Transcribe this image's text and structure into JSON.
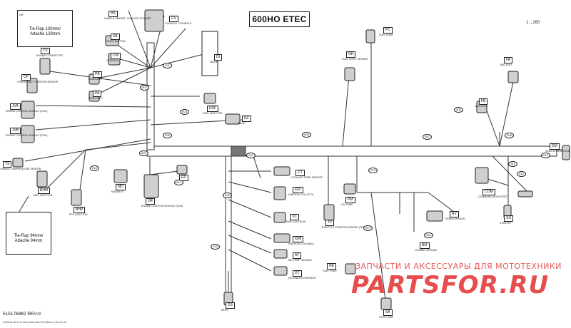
{
  "header": {
    "title": "600HO ETEC",
    "page_ref": "1→260"
  },
  "footer": {
    "part_number": "515176982 REV:d",
    "file_id": "4JM1114a-17a-01a-02a-04a-07a-08a-11-13-24-32"
  },
  "watermark": {
    "ru_text": "ЗАПЧАСТИ И АКСЕССУАРЫ ДЛЯ МОТОТЕХНИКИ",
    "logo": "PARTSFOR.RU",
    "color": "#e23030"
  },
  "callouts": {
    "top": {
      "code": "OK",
      "line1": "Tie-Rap 130mm/",
      "line2": "Attache 130mm"
    },
    "bottom": {
      "line1": "Tie-Rap 94mm/",
      "line2": "Attache 94mm"
    }
  },
  "labels": [
    {
      "id": "hs",
      "code": "HS",
      "desc": "HANDLE HEATER / CHAUFFE-POIGNÉE"
    },
    {
      "id": "cv",
      "code": "CV",
      "desc": "CONSOLE / CONSOLE"
    },
    {
      "id": "sb",
      "code": "SB",
      "desc": "START BUTTON"
    },
    {
      "id": "cm",
      "code": "CM",
      "desc": "COMPASS"
    },
    {
      "id": "pb",
      "code": "PB",
      "desc": "HEADLIGHT"
    },
    {
      "id": "pa",
      "code": "PA",
      "desc": "HEADLIGHT"
    },
    {
      "id": "cx",
      "code": "CX",
      "desc": "ENGINE CONNECTOR"
    },
    {
      "id": "cp",
      "code": "CP",
      "desc": "CRANKSHAFT POSITION SENSOR"
    },
    {
      "id": "jva",
      "code": "JVA",
      "desc": "ENGINE CONTROL MODULE (ECM)"
    },
    {
      "id": "jvb",
      "code": "JVB",
      "desc": "ENGINE CONTROL MODULE (ECM)"
    },
    {
      "id": "ts",
      "code": "TS",
      "desc": "EXHAUST TEMPERATURE SENSOR"
    },
    {
      "id": "erf",
      "code": "ERF",
      "desc": "FUEL INJECTOR"
    },
    {
      "id": "di",
      "code": "DI",
      "desc": "DIODE"
    },
    {
      "id": "rz",
      "code": "RZ",
      "desc": "RELAY"
    },
    {
      "id": "nh",
      "code": "NH",
      "desc": "FUEL LEVEL SENDER"
    },
    {
      "id": "pc",
      "code": "PC",
      "desc": "FUEL PUMP"
    },
    {
      "id": "fa",
      "code": "FA",
      "desc": "TAILLIGHT"
    },
    {
      "id": "fb",
      "code": "FB",
      "desc": "TAILLIGHT"
    },
    {
      "id": "dm",
      "code": "DM",
      "desc": "STARTER SOLENOID"
    },
    {
      "id": "com",
      "code": "COM",
      "desc": "COMMUNICATION PORT"
    },
    {
      "id": "so",
      "code": "SO",
      "desc": "STARTER"
    },
    {
      "id": "rv",
      "code": "RV",
      "desc": "SPEED SENSOR"
    },
    {
      "id": "bm",
      "code": "BM",
      "desc": "ENGINE GROUND"
    },
    {
      "id": "ct",
      "code": "CT",
      "desc": "COOLANT TEMP. SENSOR"
    },
    {
      "id": "igp",
      "code": "IGP",
      "desc": "IGNITION COIL (PTO)"
    },
    {
      "id": "pm",
      "code": "PM",
      "desc": "OIL PUMP"
    },
    {
      "id": "tp",
      "code": "TP",
      "desc": "THROTTLE POSITION SENSOR (TPS)"
    },
    {
      "id": "vc",
      "code": "VC",
      "desc": "RAVE SOLENOID"
    },
    {
      "id": "igm",
      "code": "IGM",
      "desc": "IGNITION COIL (MAG)"
    },
    {
      "id": "at",
      "code": "AT",
      "desc": "AIR TEMP. SENSOR"
    },
    {
      "id": "dt",
      "code": "DT",
      "desc": "DETONATION SENSOR"
    },
    {
      "id": "ne",
      "code": "NE",
      "desc": "FUEL PUMP"
    },
    {
      "id": "ds",
      "code": "DS",
      "desc": "DESS"
    },
    {
      "id": "sa",
      "code": "SA",
      "desc": "STOP LAMP"
    },
    {
      "id": "md",
      "code": "MD",
      "desc": "MAGNETO"
    },
    {
      "id": "jm",
      "code": "JM",
      "desc": "ENGINE CONTROL MODULE (ECM)"
    },
    {
      "id": "ep",
      "code": "EP",
      "desc": "VALVE"
    },
    {
      "id": "bhm",
      "code": "BHM",
      "desc": "MAG INJECTOR"
    },
    {
      "id": "bhp",
      "code": "BHP",
      "desc": "PTO INJECTOR"
    }
  ],
  "splices": [
    "001",
    "002",
    "003",
    "004",
    "005",
    "006",
    "007",
    "008",
    "009",
    "010",
    "011",
    "012",
    "013",
    "014",
    "015",
    "016",
    "017",
    "018",
    "019",
    "020"
  ]
}
